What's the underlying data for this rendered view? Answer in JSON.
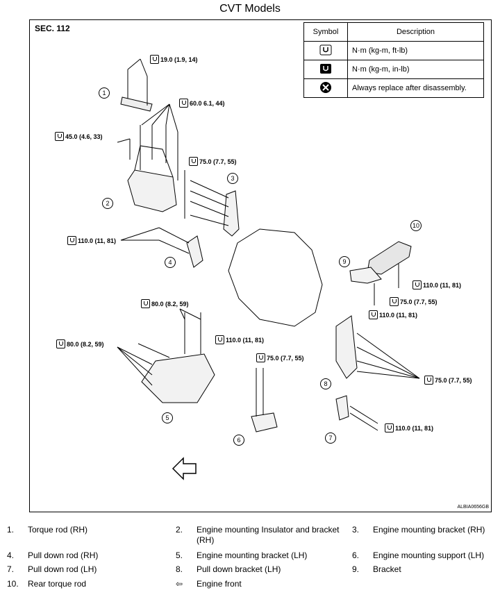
{
  "title": "CVT Models",
  "section": "SEC. 112",
  "figure_ref": "ALBIA0656GB",
  "symbol_table": {
    "header_symbol": "Symbol",
    "header_description": "Description",
    "rows": [
      {
        "icon": "torque-nm-kgm-ftlb-icon",
        "description": "N·m (kg-m, ft-lb)"
      },
      {
        "icon": "torque-nm-kgm-inlb-icon",
        "description": "N·m (kg-m, in-lb)"
      },
      {
        "icon": "always-replace-icon",
        "description": "Always replace after disassembly."
      }
    ]
  },
  "torques": {
    "t1": "19.0 (1.9, 14)",
    "t2": "60.0 6.1, 44)",
    "t3": "45.0 (4.6, 33)",
    "t4": "75.0 (7.7, 55)",
    "t5": "110.0 (11, 81)",
    "t6": "80.0 (8.2, 59)",
    "t7": "80.0 (8.2, 59)",
    "t8": "110.0 (11, 81)",
    "t9": "75.0 (7.7, 55)",
    "t10": "110.0 (11, 81)",
    "t11": "75.0 (7.7, 55)",
    "t12": "110.0 (11, 81)",
    "t13": "75.0 (7.7, 55)",
    "t14": "110.0 (11, 81)"
  },
  "callouts": [
    "1",
    "2",
    "3",
    "4",
    "5",
    "6",
    "7",
    "8",
    "9",
    "10"
  ],
  "legend": [
    {
      "num": "1.",
      "text": "Torque rod (RH)"
    },
    {
      "num": "2.",
      "text": "Engine mounting Insulator and bracket (RH)"
    },
    {
      "num": "3.",
      "text": "Engine mounting bracket (RH)"
    },
    {
      "num": "4.",
      "text": "Pull down rod (RH)"
    },
    {
      "num": "5.",
      "text": "Engine mounting bracket (LH)"
    },
    {
      "num": "6.",
      "text": "Engine mounting support (LH)"
    },
    {
      "num": "7.",
      "text": "Pull down rod (LH)"
    },
    {
      "num": "8.",
      "text": "Pull down bracket (LH)"
    },
    {
      "num": "9.",
      "text": "Bracket"
    },
    {
      "num": "10.",
      "text": "Rear torque rod"
    },
    {
      "num": "⇦",
      "text": "Engine front"
    }
  ]
}
